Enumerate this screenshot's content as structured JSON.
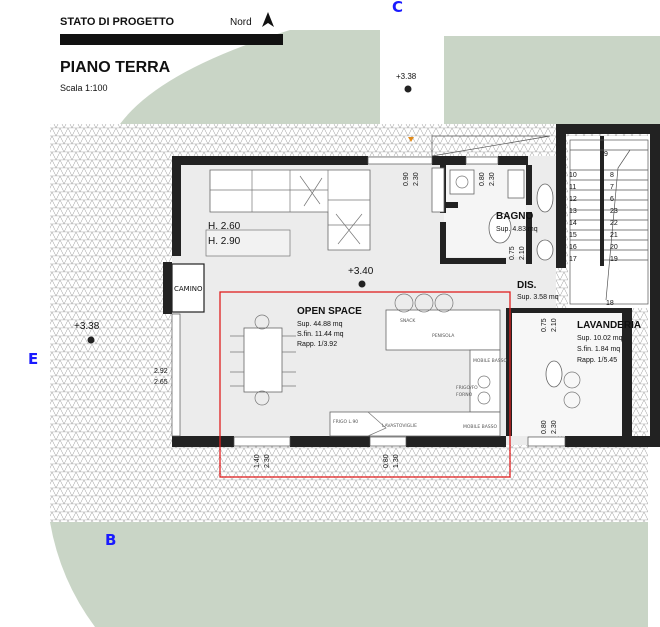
{
  "header": {
    "status": "STATO DI PROGETTO",
    "north_label": "Nord",
    "title": "PIANO TERRA",
    "scale": "Scala 1:100"
  },
  "section_markers": {
    "top": "C",
    "left": "E",
    "bottom": "B"
  },
  "levels": {
    "garden_top": "+3.38",
    "garden_left": "+3.38",
    "interior": "+3.40"
  },
  "heights": {
    "h1": "H. 2.60",
    "h2": "H. 2.90"
  },
  "camino_label": "CAMINO",
  "rooms": {
    "open_space": {
      "name": "OPEN SPACE",
      "sup": "Sup. 44.88 mq",
      "sfin": "S.fin. 11.44 mq",
      "rapp": "Rapp. 1/3.92"
    },
    "bagno": {
      "name": "BAGNO",
      "sup": "Sup. 4.83 mq"
    },
    "dis": {
      "name": "DIS.",
      "sup": "Sup. 3.58 mq"
    },
    "lavanderia": {
      "name": "LAVANDERIA",
      "sup": "Sup. 10.02 mq",
      "sfin": "S.fin. 1.84 mq",
      "rapp": "Rapp. 1/5.45"
    }
  },
  "openings": {
    "top1": [
      "0.90",
      "2.30"
    ],
    "top2": [
      "0.80",
      "2.30"
    ],
    "bagno_door": [
      "0.75",
      "2.10"
    ],
    "dis_door": [
      "0.75",
      "2.10"
    ],
    "left_window": [
      "2.92",
      "2.65"
    ],
    "bottom1": [
      "1.40",
      "2.30"
    ],
    "bottom2": [
      "0.80",
      "1.30"
    ],
    "lav_bottom": [
      "0.80",
      "2.30"
    ]
  },
  "kitchen": {
    "snack": "SNACK",
    "penisola": "PENISOLA",
    "mobile_basso_1": "MOBILE BASSO",
    "forno1": "FRIGO/FO",
    "forno2": "FORNO",
    "frigo": "FRIGO L.90",
    "lavastoviglie": "LAVASTOVIGLIE",
    "mobile_basso_2": "MOBILE BASSO"
  },
  "stairs": {
    "top_step": "9",
    "left_steps": [
      "10",
      "11",
      "12",
      "13",
      "14",
      "15",
      "16",
      "17"
    ],
    "right_steps": [
      "8",
      "7",
      "6",
      "23",
      "22",
      "21",
      "20",
      "19"
    ],
    "landing": "18"
  },
  "colors": {
    "marker_blue": "#1a1aff",
    "garden": "#c9d5c6",
    "highlight_red": "#e02020",
    "wall": "#222222",
    "hatch": "#8c8c8c"
  }
}
